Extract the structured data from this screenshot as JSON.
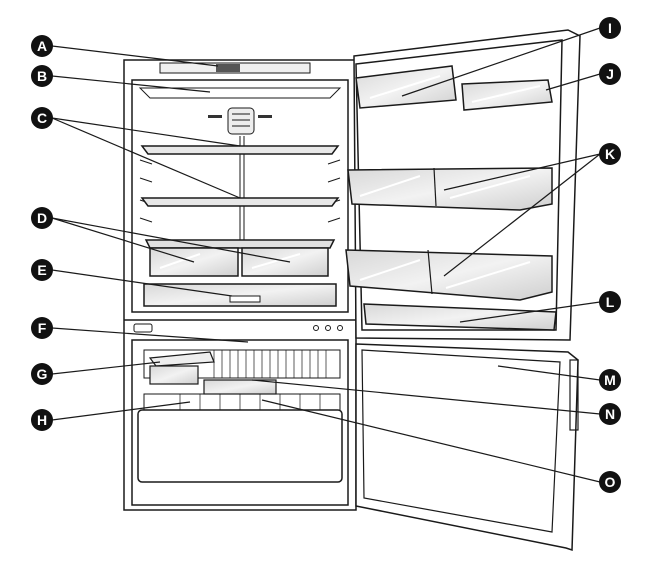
{
  "callouts": [
    {
      "letter": "A"
    },
    {
      "letter": "B"
    },
    {
      "letter": "C"
    },
    {
      "letter": "D"
    },
    {
      "letter": "E"
    },
    {
      "letter": "F"
    },
    {
      "letter": "G"
    },
    {
      "letter": "H"
    },
    {
      "letter": "I"
    },
    {
      "letter": "J"
    },
    {
      "letter": "K"
    },
    {
      "letter": "L"
    },
    {
      "letter": "M"
    },
    {
      "letter": "N"
    },
    {
      "letter": "O"
    }
  ],
  "colors": {
    "outline": "#1a1a1a",
    "badge": "#111111",
    "bin_fill": "#e6e6e6",
    "bin_shine": "#ffffff",
    "glass": "#f4f4f4"
  }
}
